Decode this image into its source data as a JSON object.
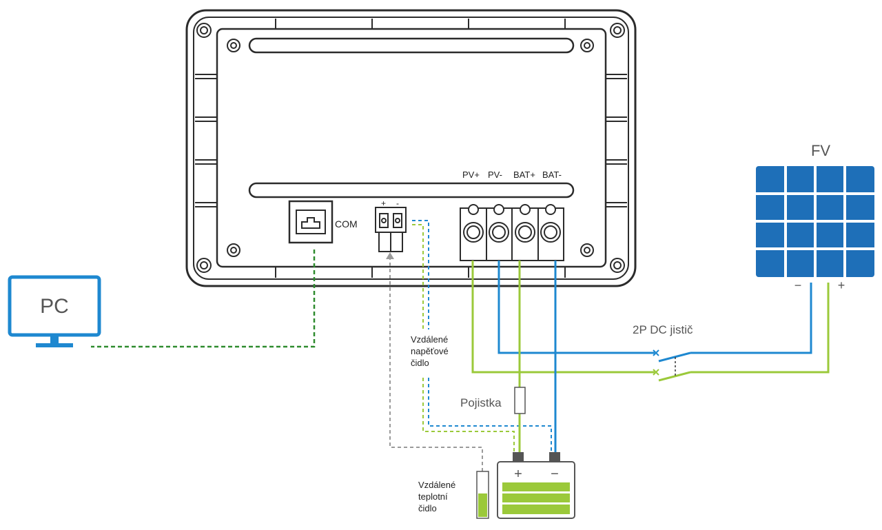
{
  "pc": {
    "label": "PC"
  },
  "controller": {
    "com_label": "COM",
    "terminal_labels": [
      "PV+",
      "PV-",
      "BAT+",
      "BAT-"
    ],
    "sense_plus": "+",
    "sense_minus": "-"
  },
  "pv": {
    "label": "FV",
    "minus": "−",
    "plus": "+"
  },
  "breaker": {
    "label": "2P DC jistič"
  },
  "fuse": {
    "label": "Pojistka"
  },
  "voltage_sensor": {
    "lines": [
      "Vzdálené",
      "napěťové",
      "čidlo"
    ]
  },
  "temp_sensor": {
    "lines": [
      "Vzdálené",
      "teplotní",
      "čidlo"
    ]
  },
  "battery": {
    "plus": "+",
    "minus": "−"
  },
  "colors": {
    "blue": "#1e88d0",
    "green": "#9bc93a",
    "dark_green": "#2e8b2e",
    "gray": "#9a9a9a",
    "panel_blue": "#1e6fb8"
  }
}
